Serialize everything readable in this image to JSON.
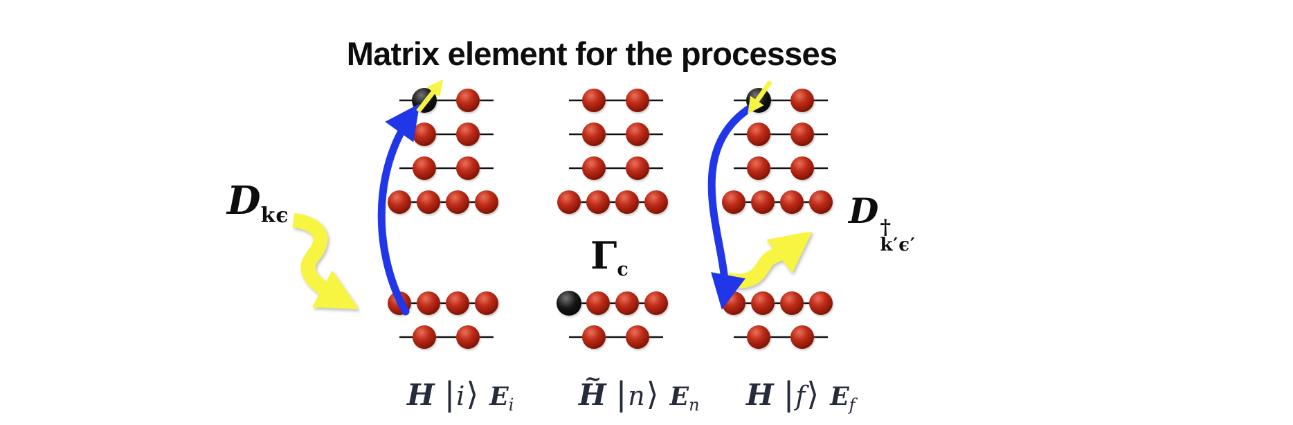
{
  "title": "Matrix element for the processes",
  "colors": {
    "background": "#ffffff",
    "sphere_red": "#bf2d1a",
    "sphere_black": "#161616",
    "arrow_blue": "#2136e8",
    "arrow_yellow": "#f8f443",
    "level_line": "#111111",
    "title_text": "#0d0d0d",
    "state_text": "#262b3b"
  },
  "labels": {
    "absorb_symbol": "D",
    "absorb_sub": "kϵ",
    "emit_symbol": "D",
    "emit_sup": "†",
    "emit_sub": "k′ϵ′",
    "gamma_symbol": "Γ",
    "gamma_sub": "c",
    "states": [
      {
        "h": "H",
        "tilde": "",
        "ket_open": "|",
        "ket_letter": "i",
        "ket_close": "⟩",
        "e": "E",
        "e_sub": "i"
      },
      {
        "h": "H",
        "tilde": "~",
        "ket_open": "|",
        "ket_letter": "n",
        "ket_close": "⟩",
        "e": "E",
        "e_sub": "n"
      },
      {
        "h": "H",
        "tilde": "",
        "ket_open": "|",
        "ket_letter": "f",
        "ket_close": "⟩",
        "e": "E",
        "e_sub": "f"
      }
    ]
  },
  "diagram": {
    "sphere_legend": {
      "r": "electron-red",
      "b": "hole-black"
    },
    "panels": [
      {
        "id": "initial-state",
        "levels": [
          [
            "b",
            "r"
          ],
          [
            "r",
            "r"
          ],
          [
            "r",
            "r"
          ],
          [
            "r",
            "r",
            "r",
            "r"
          ],
          [
            "r",
            "r",
            "r",
            "r"
          ],
          [
            "r",
            "r"
          ]
        ]
      },
      {
        "id": "intermediate-state",
        "levels": [
          [
            "r",
            "r"
          ],
          [
            "r",
            "r"
          ],
          [
            "r",
            "r"
          ],
          [
            "r",
            "r",
            "r",
            "r"
          ],
          [
            "b",
            "r",
            "r",
            "r"
          ],
          [
            "r",
            "r"
          ]
        ]
      },
      {
        "id": "final-state",
        "levels": [
          [
            "b",
            "r"
          ],
          [
            "r",
            "r"
          ],
          [
            "r",
            "r"
          ],
          [
            "r",
            "r",
            "r",
            "r"
          ],
          [
            "r",
            "r",
            "r",
            "r"
          ],
          [
            "r",
            "r"
          ]
        ]
      }
    ],
    "arrows": [
      {
        "id": "photon-in",
        "kind": "photon",
        "name": "photon-absorption-arrow"
      },
      {
        "id": "photon-out",
        "kind": "photon",
        "name": "photon-emission-arrow"
      },
      {
        "id": "excite",
        "kind": "blue",
        "name": "electron-excitation-arrow"
      },
      {
        "id": "deexcite",
        "kind": "blue",
        "name": "electron-relaxation-arrow"
      },
      {
        "id": "spin-i",
        "kind": "spin",
        "name": "spin-arrow-initial"
      },
      {
        "id": "spin-f",
        "kind": "spin",
        "name": "spin-arrow-final"
      }
    ]
  }
}
